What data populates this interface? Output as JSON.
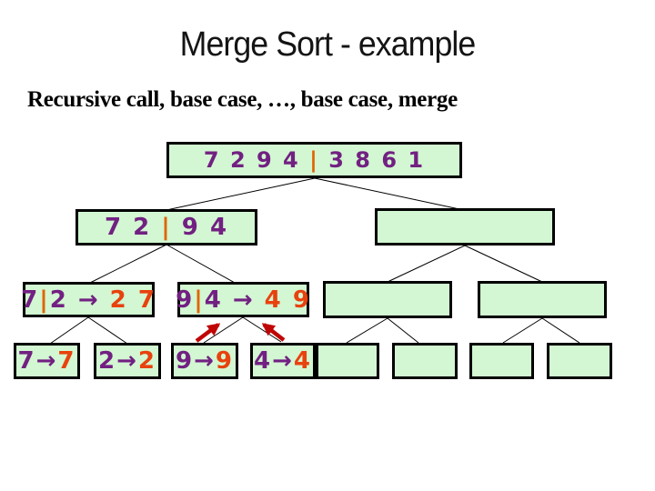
{
  "slide": {
    "title": "Merge Sort - example",
    "subtitle": "Recursive call, base case, …, base case, merge"
  },
  "colors": {
    "box-fill": "#d2f7d2",
    "purple": "#722082",
    "orange": "#e06400",
    "redorange": "#e8420e",
    "red": "#c00505",
    "title-color": "#141414"
  },
  "tree": {
    "root": {
      "segments": [
        {
          "text": "7 2 9 4 ",
          "color": "purple"
        },
        {
          "text": "|",
          "color": "orange"
        },
        {
          "text": " 3 8 6 1",
          "color": "purple"
        }
      ]
    },
    "l2_left": {
      "segments": [
        {
          "text": "7 2 ",
          "color": "purple"
        },
        {
          "text": "|",
          "color": "orange"
        },
        {
          "text": " 9 4",
          "color": "purple"
        }
      ]
    },
    "l2_right": {
      "segments": []
    },
    "l3_1": {
      "segments": [
        {
          "text": "7",
          "color": "purple"
        },
        {
          "text": "|",
          "color": "orange"
        },
        {
          "text": "2 → ",
          "color": "purple"
        },
        {
          "text": "2 7",
          "color": "redorange"
        }
      ]
    },
    "l3_2": {
      "segments": [
        {
          "text": "9",
          "color": "purple"
        },
        {
          "text": "|",
          "color": "orange"
        },
        {
          "text": "4 → ",
          "color": "purple"
        },
        {
          "text": "4 9",
          "color": "redorange"
        }
      ]
    },
    "l3_3": {
      "segments": []
    },
    "l3_4": {
      "segments": []
    },
    "leaf_1": {
      "segments": [
        {
          "text": "7→",
          "color": "purple"
        },
        {
          "text": "7",
          "color": "redorange"
        }
      ]
    },
    "leaf_2": {
      "segments": [
        {
          "text": "2→",
          "color": "purple"
        },
        {
          "text": "2",
          "color": "redorange"
        }
      ]
    },
    "leaf_3": {
      "segments": [
        {
          "text": "9→",
          "color": "purple"
        },
        {
          "text": "9",
          "color": "redorange"
        }
      ]
    },
    "leaf_4": {
      "segments": [
        {
          "text": "4→",
          "color": "purple"
        },
        {
          "text": "4",
          "color": "redorange"
        }
      ]
    },
    "leaf_5": {
      "segments": []
    },
    "leaf_6": {
      "segments": []
    },
    "leaf_7": {
      "segments": []
    },
    "leaf_8": {
      "segments": []
    }
  }
}
